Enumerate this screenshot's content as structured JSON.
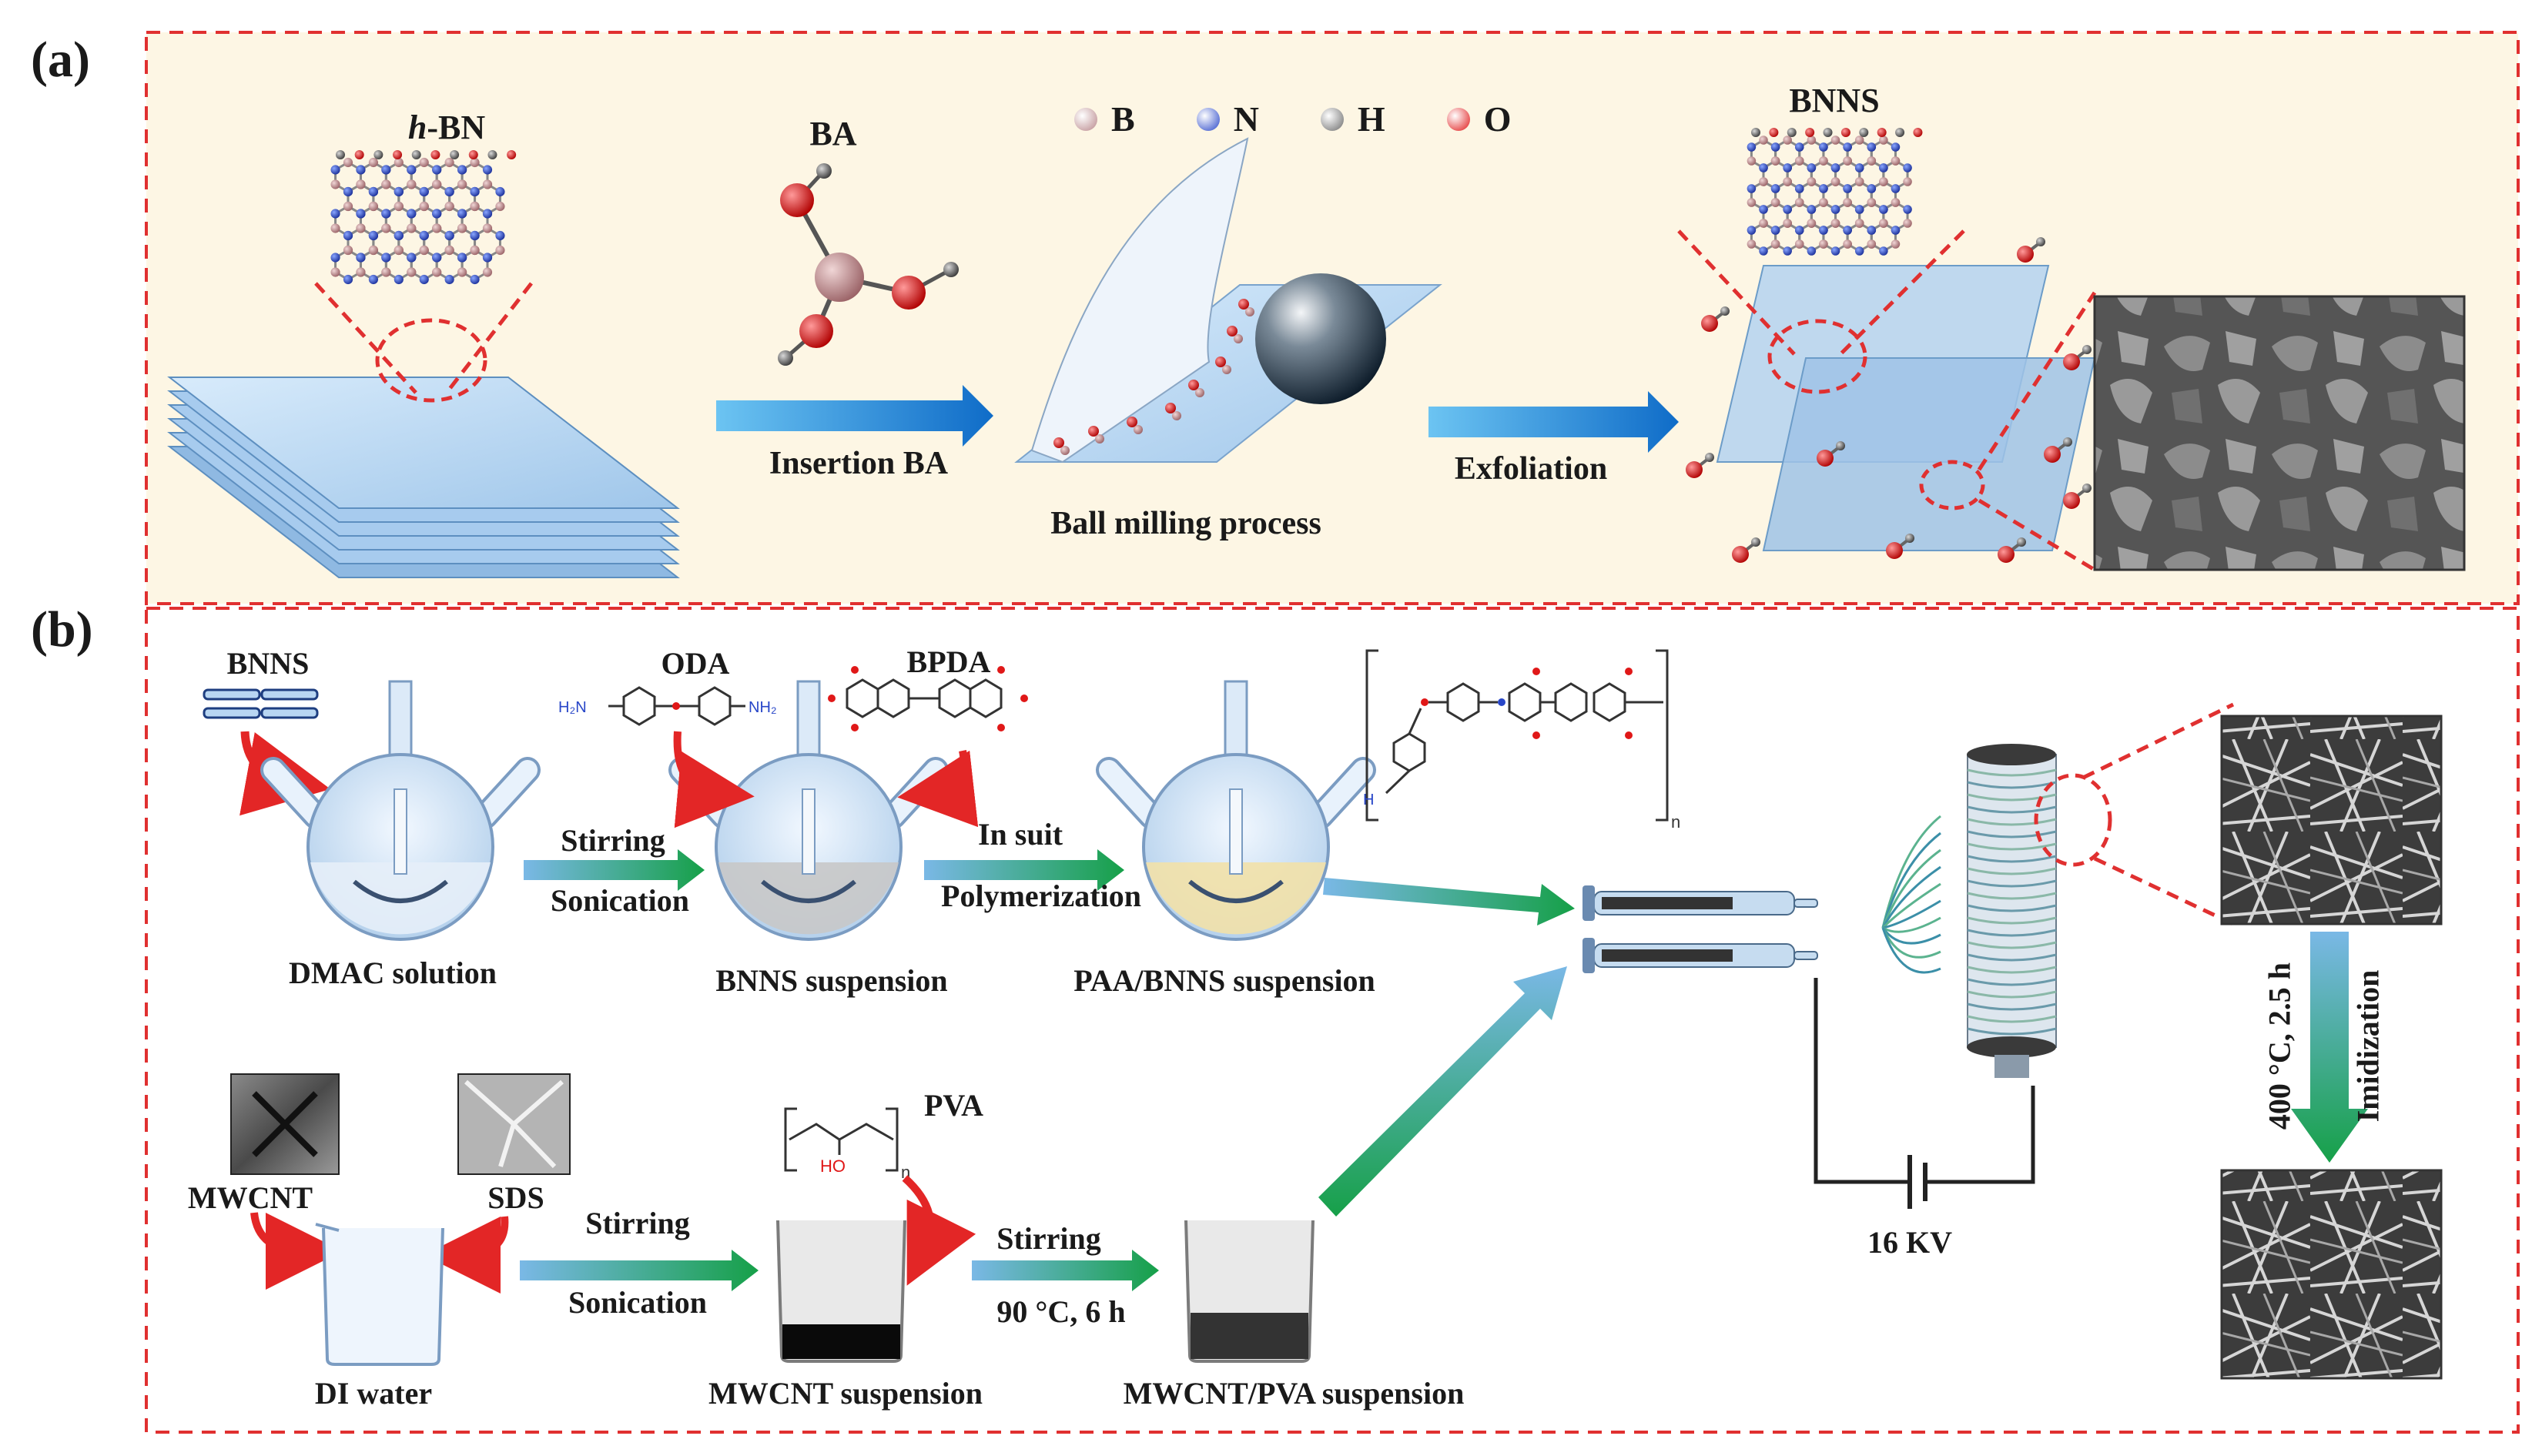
{
  "panels": {
    "a": "(a)",
    "b": "(b)"
  },
  "legend": [
    {
      "symbol": "B",
      "color": "#b8868a"
    },
    {
      "symbol": "N",
      "color": "#2846c8"
    },
    {
      "symbol": "H",
      "color": "#6a6a6a"
    },
    {
      "symbol": "O",
      "color": "#e01818"
    }
  ],
  "panel_a": {
    "hbn_prefix": "h",
    "hbn_suffix": "-BN",
    "ba": "BA",
    "bnns": "BNNS",
    "insertion": "Insertion BA",
    "ball_milling": "Ball milling process",
    "exfoliation": "Exfoliation"
  },
  "panel_b": {
    "bnns": "BNNS",
    "oda": "ODA",
    "bpda": "BPDA",
    "stirring1": "Stirring",
    "sonication1": "Sonication",
    "in_suit": "In suit",
    "polymerization": "Polymerization",
    "dmac": "DMAC solution",
    "bnns_susp": "BNNS suspension",
    "paa_bnns": "PAA/BNNS suspension",
    "mwcnt": "MWCNT",
    "sds": "SDS",
    "stirring2": "Stirring",
    "sonication2": "Sonication",
    "pva": "PVA",
    "stirring3": "Stirring",
    "temp_time": "90 °C, 6 h",
    "di_water": "DI water",
    "mwcnt_susp": "MWCNT suspension",
    "mwcnt_pva": "MWCNT/PVA suspension",
    "voltage": "16 KV",
    "imid_cond": "400 °C, 2.5 h",
    "imidization": "Imidization",
    "oda_nh2_left": "H₂N",
    "oda_nh2_right": "NH₂",
    "pva_ho": "HO",
    "pva_n": "n",
    "pi_n": "n",
    "pi_nh": "H"
  },
  "colors": {
    "bg_a": "#fdf6e4",
    "dash": "#e03030",
    "sheet": "#b8d6f2",
    "arrow_blue": "#1e8ad6",
    "arrow_green": "#1aa34a",
    "curved": "#e32626"
  }
}
